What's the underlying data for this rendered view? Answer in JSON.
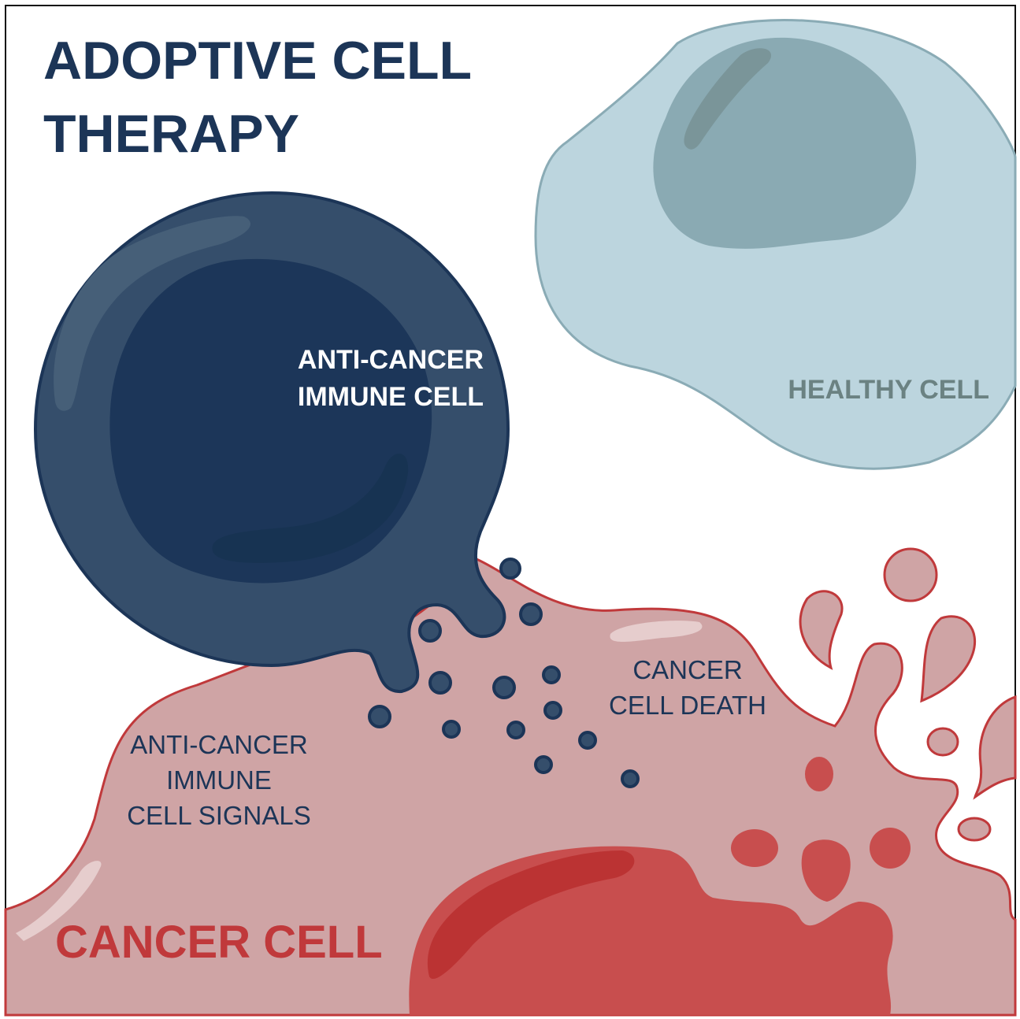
{
  "title": {
    "line1": "ADOPTIVE CELL",
    "line2": "THERAPY"
  },
  "labels": {
    "immune_cell": {
      "line1": "ANTI-CANCER",
      "line2": "IMMUNE CELL"
    },
    "healthy_cell": "HEALTHY CELL",
    "cell_death": {
      "line1": "CANCER",
      "line2": "CELL DEATH"
    },
    "signals": {
      "line1": "ANTI-CANCER",
      "line2": "IMMUNE",
      "line3": "CELL SIGNALS"
    },
    "cancer_cell": "CANCER CELL"
  },
  "colors": {
    "title": "#1c3557",
    "immune_cell": "#354e6b",
    "immune_nucleus": "#1c3659",
    "healthy_cell": "#bcd5de",
    "healthy_nucleus": "#8aaab3",
    "cancer_cell": "#cfa4a5",
    "cancer_outline": "#c0393b",
    "cancer_nucleus": "#c84e4e"
  }
}
